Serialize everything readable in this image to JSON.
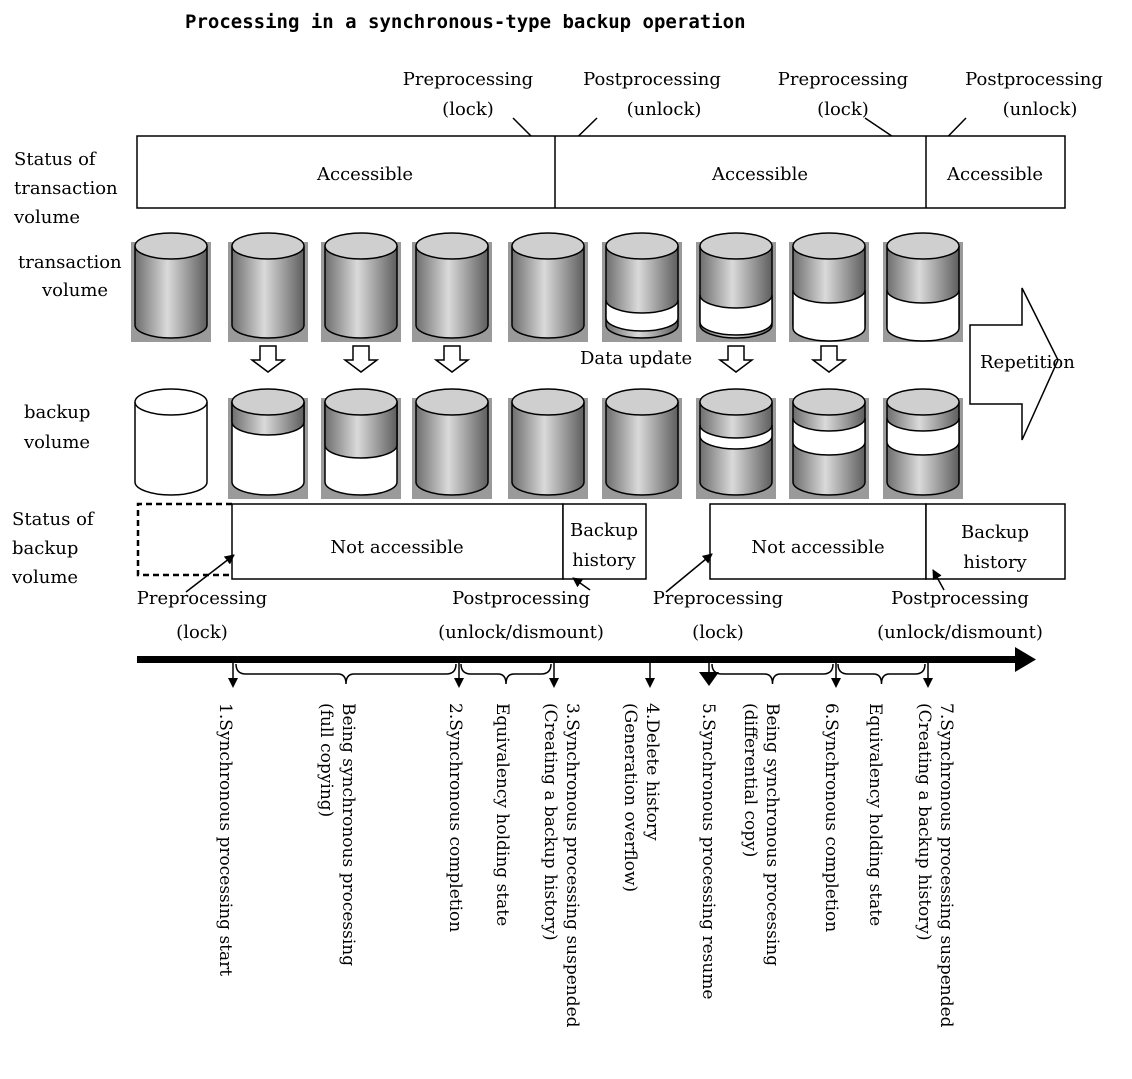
{
  "title": "Processing in a synchronous-type backup operation",
  "top_labels": [
    {
      "line1": "Preprocessing",
      "line2": "(lock)"
    },
    {
      "line1": "Postprocessing",
      "line2": "(unlock)"
    },
    {
      "line1": "Preprocessing",
      "line2": "(lock)"
    },
    {
      "line1": "Postprocessing",
      "line2": "(unlock)"
    }
  ],
  "row_labels": {
    "transaction_status": [
      "Status of",
      "transaction",
      "volume"
    ],
    "transaction_volume": [
      "transaction",
      "volume"
    ],
    "backup_volume": [
      "backup",
      "volume"
    ],
    "backup_status": [
      "Status of",
      "backup",
      "volume"
    ]
  },
  "transaction_status_segments": [
    "Accessible",
    "Accessible",
    "Accessible"
  ],
  "backup_status_segments": {
    "not_accessible_1": "Not accessible",
    "backup_history_1": [
      "Backup",
      "history"
    ],
    "not_accessible_2": "Not accessible",
    "backup_history_2": [
      "Backup",
      "history"
    ]
  },
  "mid_labels": {
    "data_update": "Data update",
    "repetition": "Repetition"
  },
  "bottom_pp_labels": [
    {
      "line1": "Preprocessing",
      "line2": "(lock)"
    },
    {
      "line1": "Postprocessing",
      "line2": "(unlock/dismount)"
    },
    {
      "line1": "Preprocessing",
      "line2": "(lock)"
    },
    {
      "line1": "Postprocessing",
      "line2": "(unlock/dismount)"
    }
  ],
  "timeline_labels": [
    [
      "1.Synchronous processing start"
    ],
    [
      "Being synchronous processing",
      "(full copying)"
    ],
    [
      "2.Synchronous completion"
    ],
    [
      "Equivalency holding state"
    ],
    [
      "3.Synchronous processing suspended",
      "(Creating a backup history)"
    ],
    [
      "4.Delete history",
      "(Generation overflow)"
    ],
    [
      "5.Synchronous processing resume"
    ],
    [
      "Being synchronous processing",
      "(differential copy)"
    ],
    [
      "6.Synchronous completion"
    ],
    [
      "Equivalency holding state"
    ],
    [
      "7.Synchronous processing suspended",
      "(Creating a backup history)"
    ]
  ]
}
